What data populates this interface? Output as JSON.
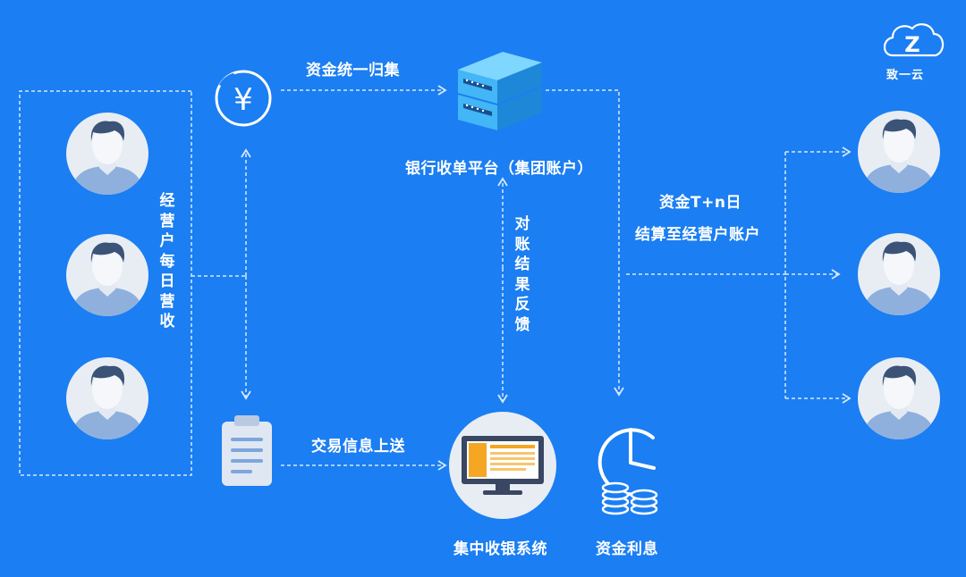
{
  "logo": {
    "mark": "Z",
    "name": "致一云"
  },
  "labels": {
    "collect_funds": "资金统一归集",
    "bank_platform": "银行收单平台（集团账户）",
    "operator_revenue": "经营户每日营收",
    "reconciliation": "对账结果反馈",
    "settle_line1": "资金T+n日",
    "settle_line2": "结算至经营户账户",
    "upload_info": "交易信息上送",
    "cashier_system": "集中收银系统",
    "fund_interest": "资金利息"
  },
  "icons": {
    "yuan": "¥",
    "merchant_avatars": [
      "person-icon",
      "person-icon",
      "person-icon"
    ],
    "payee_avatars": [
      "person-icon",
      "person-icon",
      "person-icon"
    ],
    "server": "server-icon",
    "document": "document-icon",
    "computer": "computer-icon",
    "clock_coins": "clock-coins-icon"
  },
  "colors": {
    "background": "#1b7ef2",
    "circle_fill": "#e8edf4",
    "avatar_body": "#8fb0dd",
    "avatar_hair": "#3c5378",
    "avatar_face": "#f2f5f9",
    "arrow": "#d8e8ff"
  }
}
